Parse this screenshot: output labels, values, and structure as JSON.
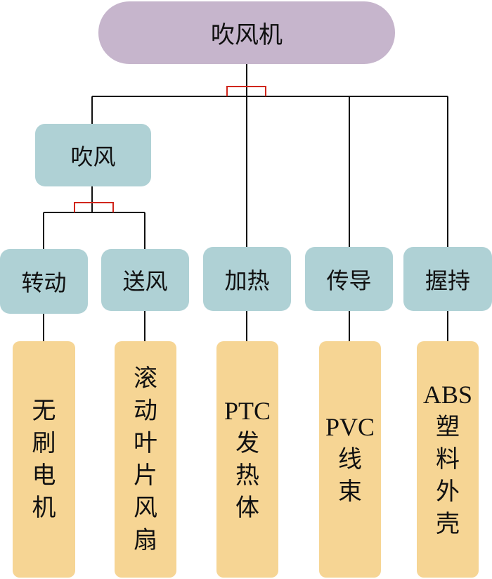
{
  "root": {
    "label": "吹风机"
  },
  "functions": {
    "blow": {
      "label": "吹风"
    },
    "rotate": {
      "label": "转动"
    },
    "supply": {
      "label": "送风"
    },
    "heat": {
      "label": "加热"
    },
    "conduct": {
      "label": "传导"
    },
    "grip": {
      "label": "握持"
    }
  },
  "components": {
    "motor": [
      "无",
      "刷",
      "电",
      "机"
    ],
    "fan": [
      "滚",
      "动",
      "叶",
      "片",
      "风",
      "扇"
    ],
    "heater": [
      "PTC",
      "发",
      "热",
      "体"
    ],
    "harness": [
      "PVC",
      "线",
      "束"
    ],
    "shell": [
      "ABS",
      "塑",
      "料",
      "外",
      "壳"
    ]
  },
  "colors": {
    "root_fill": "#c6b5cc",
    "function_fill": "#afd1d5",
    "component_fill": "#f6d594",
    "connector_line": "#111111",
    "and_marker": "#d0261c"
  }
}
